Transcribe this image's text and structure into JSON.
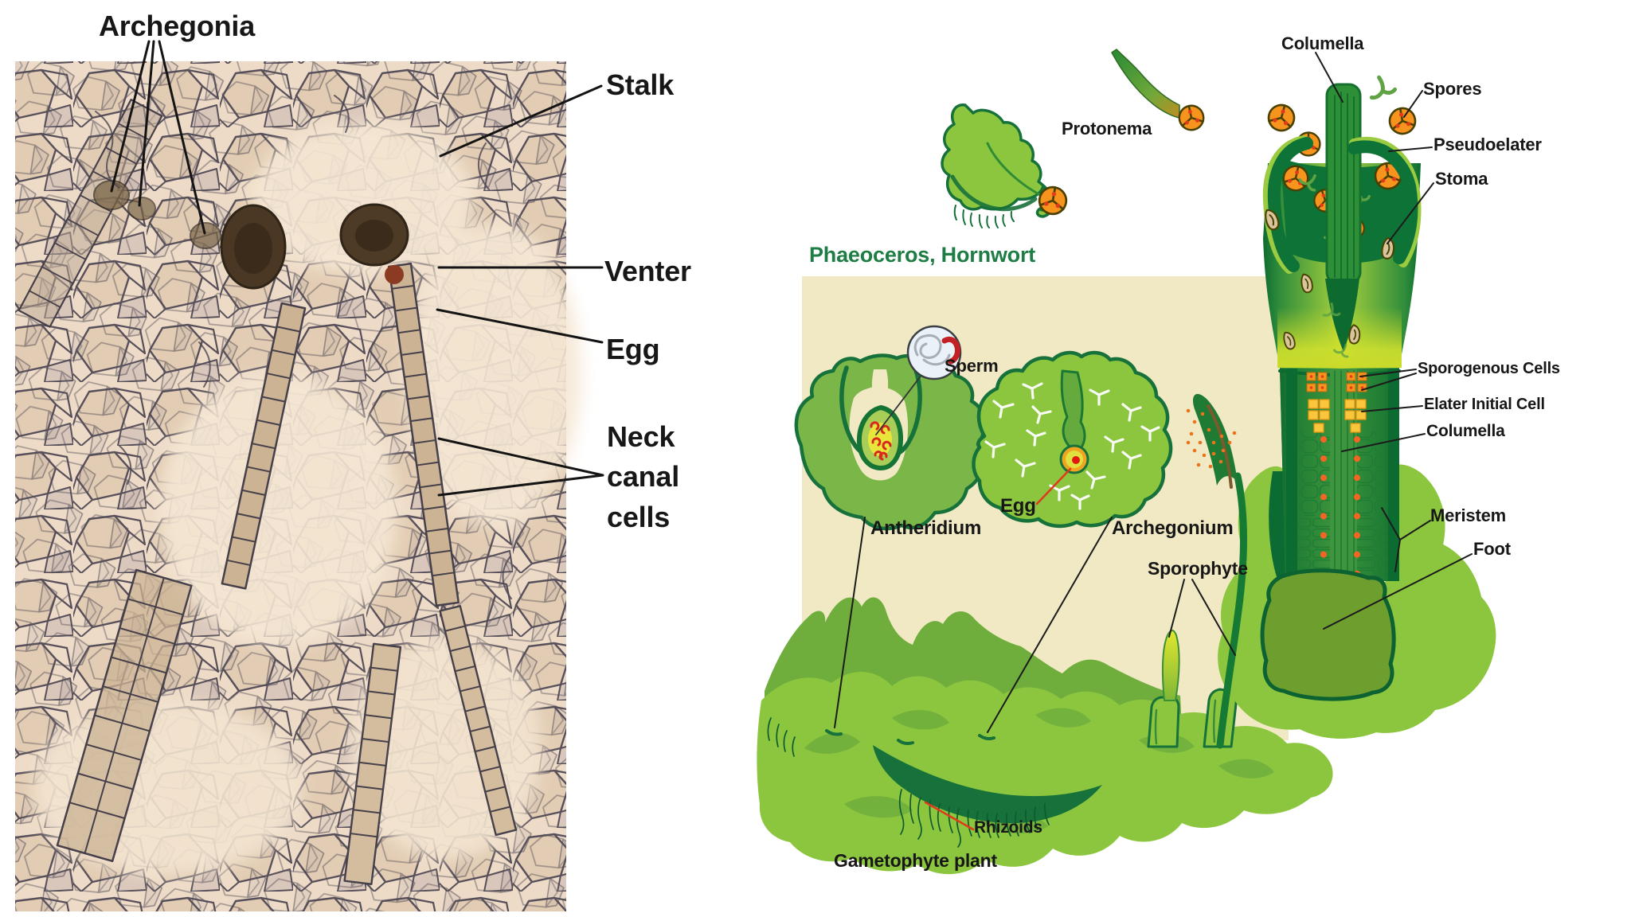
{
  "left_panel": {
    "description": "archegonia micrograph",
    "labels": {
      "archegonia": "Archegonia",
      "stalk": "Stalk",
      "venter": "Venter",
      "egg": "Egg",
      "neck_canal_cells": "Neck canal cells"
    }
  },
  "right_panel": {
    "title": "Phaeoceros, Hornwort",
    "labels": {
      "protonema": "Protonema",
      "columella_top": "Columella",
      "spores": "Spores",
      "pseudoelater": "Pseudoelater",
      "stoma": "Stoma",
      "sperm": "Sperm",
      "antheridium": "Antheridium",
      "egg": "Egg",
      "archegonium": "Archegonium",
      "sporophyte": "Sporophyte",
      "sporogenous_cells": "Sporogenous Cells",
      "elater_initial_cell": "Elater Initial Cell",
      "columella_mid": "Columella",
      "meristem": "Meristem",
      "foot": "Foot",
      "rhizoids": "Rhizoids",
      "gametophyte_plant": "Gametophyte plant"
    }
  },
  "colors": {
    "title_green": "#1E7D44",
    "panel_beige": "#F0E9C3",
    "leaf_light": "#8CC63F",
    "leaf_mid": "#6FAE3D",
    "leaf_dark": "#17713A",
    "tube_dark": "#0C6B30",
    "spore_orange": "#F7941E",
    "dot_red": "#E0391C",
    "foot_olive": "#6E9E2E",
    "micrograph_tan": "#EDDBC7"
  }
}
